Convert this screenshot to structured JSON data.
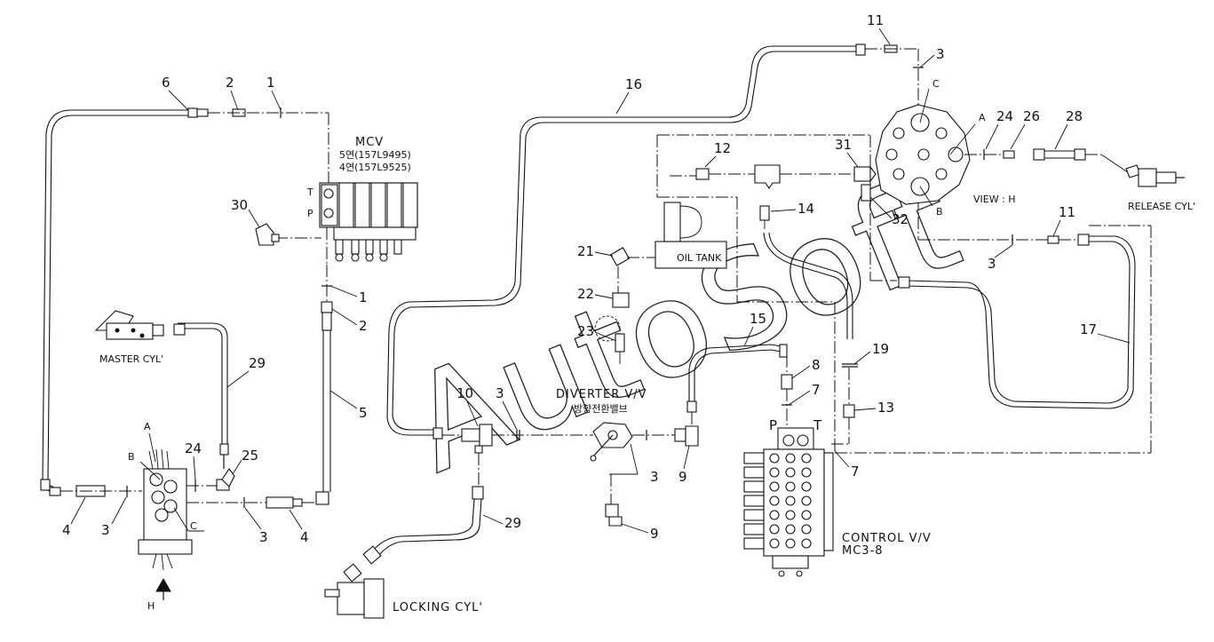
{
  "labels": {
    "mcv_title": "MCV",
    "mcv_5": "5연(157L9495)",
    "mcv_4": "4연(157L9525)",
    "mcv_T": "T",
    "mcv_P": "P",
    "master_cyl": "MASTER CYL'",
    "locking_cyl": "LOCKING CYL'",
    "diverter": "DIVERTER V/V",
    "diverter_kr": "방향전환밸브",
    "oil_tank": "OIL TANK",
    "control_vv": "CONTROL V/V",
    "control_model": "MC3-8",
    "cv_P": "P",
    "cv_T": "T",
    "view_h": "VIEW : H",
    "release_cyl": "RELEASE CYL'",
    "view_A": "A",
    "view_B": "B",
    "view_C": "C",
    "unit_A": "A",
    "unit_B": "B",
    "unit_C": "C",
    "h_arrow": "H",
    "watermark": "AutoSoft"
  },
  "callouts": {
    "n1a": "1",
    "n1b": "1",
    "n2a": "2",
    "n2b": "2",
    "n3a": "3",
    "n3b": "3",
    "n3c": "3",
    "n3d": "3",
    "n3e": "3",
    "n3f": "3",
    "n4a": "4",
    "n4b": "4",
    "n5": "5",
    "n6": "6",
    "n7a": "7",
    "n7b": "7",
    "n8": "8",
    "n9a": "9",
    "n9b": "9",
    "n10": "10",
    "n11a": "11",
    "n11b": "11",
    "n12": "12",
    "n13": "13",
    "n14": "14",
    "n15": "15",
    "n16": "16",
    "n17": "17",
    "n19": "19",
    "n21": "21",
    "n22": "22",
    "n23": "23",
    "n24a": "24",
    "n24b": "24",
    "n25": "25",
    "n26": "26",
    "n28": "28",
    "n29a": "29",
    "n29b": "29",
    "n30": "30",
    "n31": "31",
    "n32": "32"
  }
}
